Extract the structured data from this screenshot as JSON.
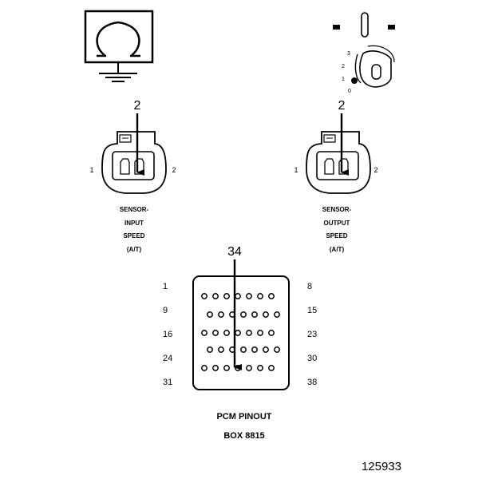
{
  "ground_symbol": {
    "icon": "ground-monitor-icon"
  },
  "ignition_switch": {
    "icon": "ignition-key-icon",
    "positions": [
      "3",
      "2",
      "1",
      "0"
    ]
  },
  "sensor_input": {
    "pin_callout": "2",
    "pin_left": "1",
    "pin_right": "2",
    "label_lines": [
      "SENSOR-",
      "INPUT",
      "SPEED",
      "(A/T)"
    ]
  },
  "sensor_output": {
    "pin_callout": "2",
    "pin_left": "1",
    "pin_right": "2",
    "label_lines": [
      "SENSOR-",
      "OUTPUT",
      "SPEED",
      "(A/T)"
    ]
  },
  "pcm": {
    "pin_callout": "34",
    "row_labels_left": [
      "1",
      "9",
      "16",
      "24",
      "31"
    ],
    "row_labels_right": [
      "8",
      "15",
      "23",
      "30",
      "38"
    ],
    "title_lines": [
      "PCM PINOUT",
      "BOX 8815"
    ]
  },
  "figure_number": "125933",
  "colors": {
    "ink": "#000000",
    "paper": "#ffffff"
  }
}
